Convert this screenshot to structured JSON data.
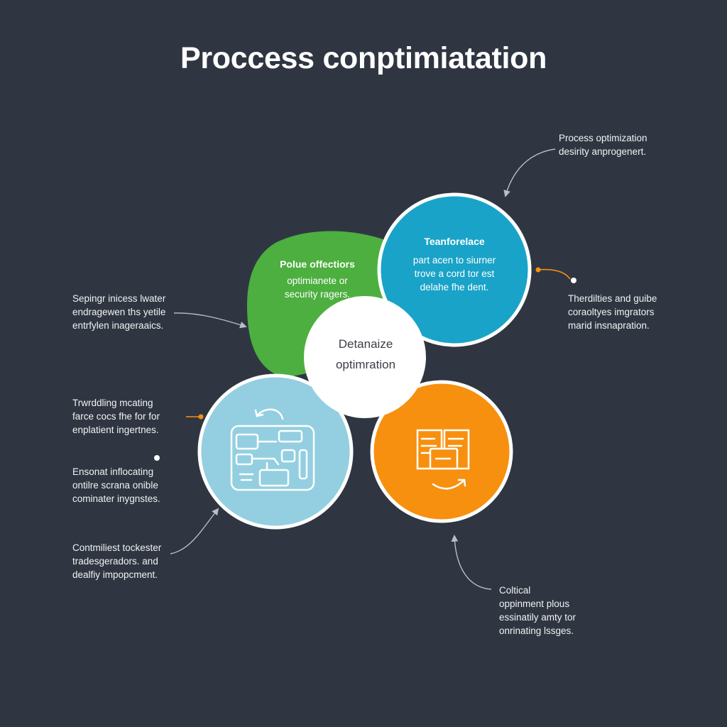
{
  "title": "Proccess conptimiatation",
  "center": {
    "lines": [
      "Detanaize",
      "optimration"
    ]
  },
  "nodes": {
    "green": {
      "title": "Polue offectiors",
      "lines": [
        "optimianete or",
        "security ragers."
      ],
      "color": "#4caf3f"
    },
    "blue": {
      "title": "Teanforelace",
      "lines": [
        "part acen to siurner",
        "trove a cord tor est",
        "delahe fhe dent."
      ],
      "color": "#1aa3c8"
    },
    "lightblue": {
      "color": "#93cfe0",
      "icon": "workflow-icon"
    },
    "orange": {
      "color": "#f7900f",
      "icon": "documents-icon"
    }
  },
  "annotations": {
    "top_right": [
      "Process optimization",
      "desirity anprogenert."
    ],
    "right": [
      "Therdilties and guibe",
      "coraoltyes imgrators",
      "marid insnapration."
    ],
    "left1": [
      "Sepingr inicess lwater",
      "endragewen ths yetile",
      "entrfylen inageraaics."
    ],
    "left2": [
      "Trwrddling mcating",
      "farce cocs fhe for for",
      "enplatient ingertnes."
    ],
    "left3": [
      "Ensonat inflocating",
      "ontilre scrana onible",
      "cominater inygnstes."
    ],
    "left4": [
      "Contmiliest tockester",
      "tradesgeradors. and",
      "dealfiy impopcment."
    ],
    "bottom_right": [
      "Coltical",
      "oppinment plous",
      "essinatily amty tor",
      "onrinating lssges."
    ]
  },
  "colors": {
    "background": "#2f3642",
    "accent_orange": "#f7900f",
    "ring": "#ffffff"
  }
}
